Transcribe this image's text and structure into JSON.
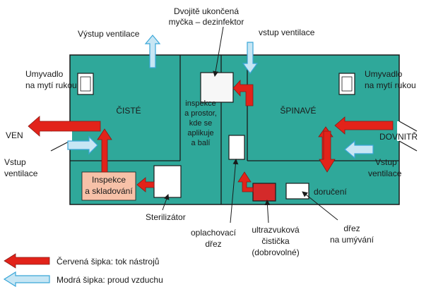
{
  "colors": {
    "room": "#2fa89a",
    "wall": "#1a1a1a",
    "flow_red": "#e2231a",
    "air_blue_fill": "#c7e6f4",
    "air_blue_stroke": "#3aa6d8",
    "inspection_box": "#f7c1a8",
    "ultrasonic": "#d42a2a"
  },
  "labels": {
    "dual_washer": [
      "Dvojitě ukončená",
      "myčka – dezinfektor"
    ],
    "exhaust_clean": "Výstup ventilace",
    "supply_top": "vstup ventilace",
    "sink_left": [
      "Umyvadlo",
      "na mytí rukou"
    ],
    "sink_right": [
      "Umyvadlo",
      "na mytí rukou"
    ],
    "clean_zone": "ČISTÉ",
    "dirty_zone": "ŠPINAVÉ",
    "middle_zone": [
      "inspekce",
      "a prostor,",
      "kde se",
      "aplikuje",
      "a balí"
    ],
    "exit": "VEN",
    "entrance": "DOVNITŘ",
    "supply_left": [
      "Vstup",
      "ventilace"
    ],
    "supply_right": [
      "Vstup",
      "ventilace"
    ],
    "inspection_storage": [
      "Inspekce",
      "a skladování"
    ],
    "delivery": "doručení",
    "sterilizer": "Sterilizátor",
    "rinse_sink": [
      "oplachovací",
      "dřez"
    ],
    "ultrasonic_cleaner": [
      "ultrazvuková",
      "čistička",
      "(dobrovolné)"
    ],
    "wash_sink": [
      "dřez",
      "na umývání"
    ]
  },
  "legend": {
    "red": "Červená šipka: tok nástrojů",
    "blue": "Modrá šipka: proud vzduchu"
  }
}
